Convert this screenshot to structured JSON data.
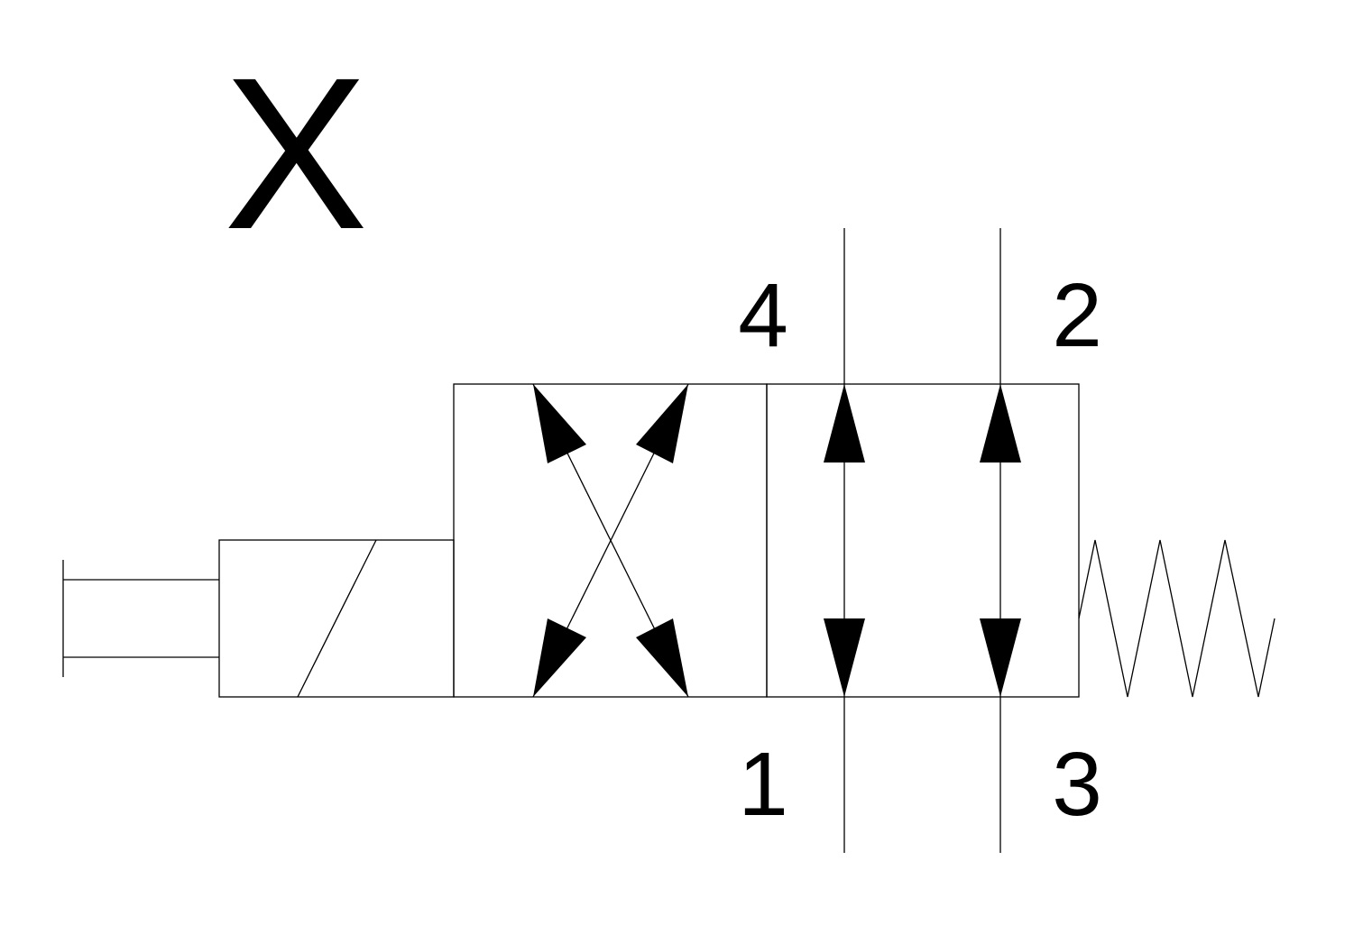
{
  "diagram": {
    "title_letter": "X",
    "ports": {
      "top_left": "4",
      "top_right": "2",
      "bottom_left": "1",
      "bottom_right": "3"
    },
    "colors": {
      "stroke": "#000000",
      "background": "#ffffff"
    }
  }
}
